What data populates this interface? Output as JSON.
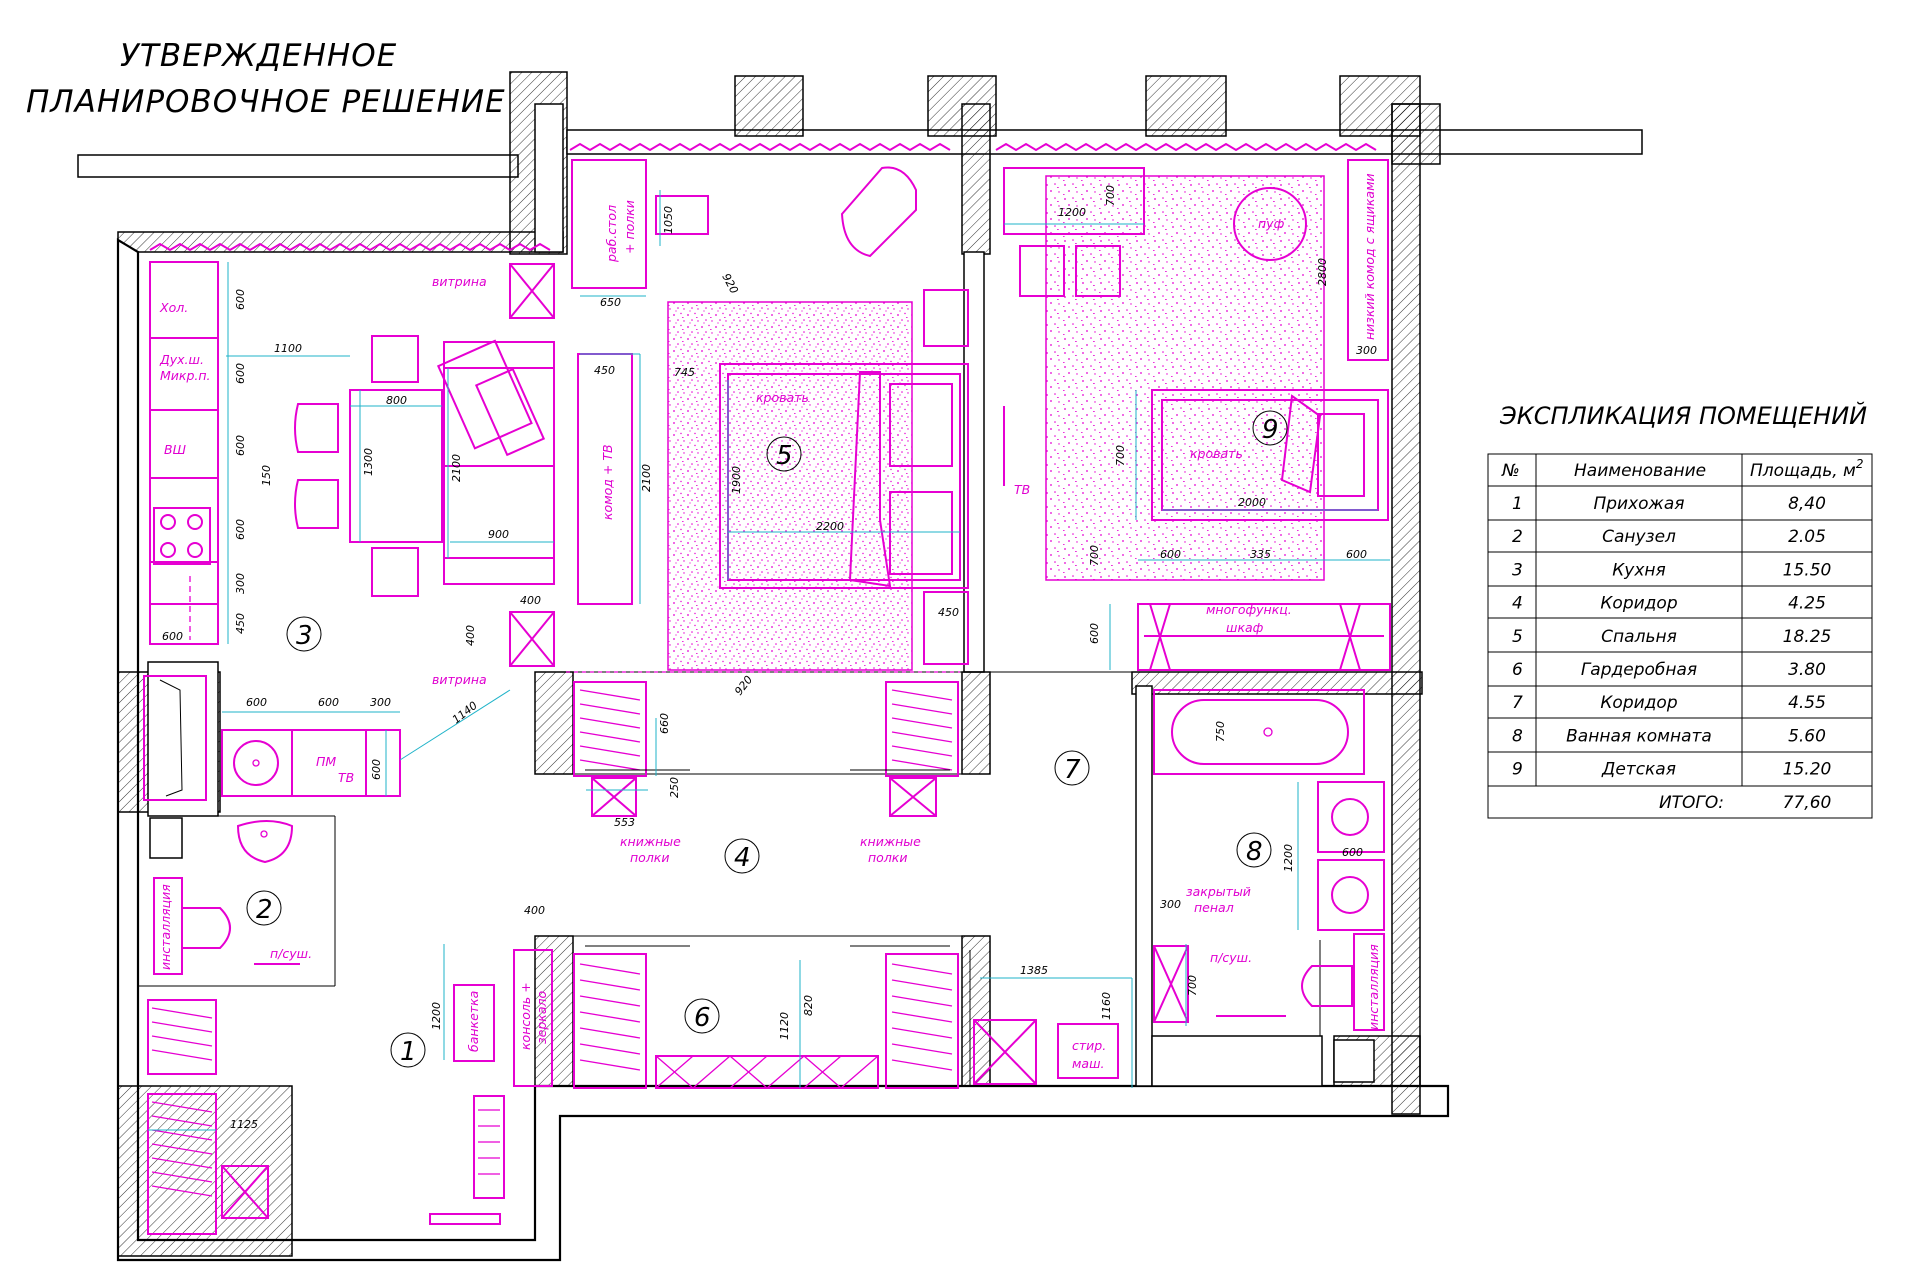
{
  "title": {
    "line1": "УТВЕРЖДЕННОЕ",
    "line2": "ПЛАНИРОВОЧНОЕ РЕШЕНИЕ"
  },
  "colors": {
    "furniture": "#e600d2",
    "dimension": "#1fb3c9",
    "walls": "#000000",
    "rug_dots": "#e600d2"
  },
  "room_numbers": [
    "1",
    "2",
    "3",
    "4",
    "5",
    "6",
    "7",
    "8",
    "9"
  ],
  "labels": {
    "hol": "Хол.",
    "duh1": "Дух.ш.",
    "duh2": "Микр.п.",
    "vsh": "ВШ",
    "vitrina1": "витрина",
    "vitrina2": "витрина",
    "pm": "ПМ",
    "tv_k": "ТВ",
    "rabstol1": "раб.стол",
    "rabstol2": "+ полки",
    "komod": "комод + ТВ",
    "krovat5": "кровать",
    "tv5": "ТВ",
    "puf": "пуф",
    "nizkiy": "низкий комод с ящиками",
    "krovat9": "кровать",
    "mnogo1": "многофункц.",
    "mnogo2": "шкаф",
    "knigi_l1": "книжные",
    "knigi_l2": "полки",
    "knigi_r1": "книжные",
    "knigi_r2": "полки",
    "banketka": "банкетка",
    "konsol1": "консоль +",
    "konsol2": "зеркало",
    "instal_left": "инсталляция",
    "psush_left": "п/суш.",
    "zakr1": "закрытый",
    "zakr2": "пенал",
    "psush_right": "п/суш.",
    "instal_right": "инсталляция",
    "stir1": "стир.",
    "stir2": "маш."
  },
  "dimensions": {
    "d1100": "1100",
    "d800": "800",
    "d1300": "1300",
    "d2100a": "2100",
    "d900": "900",
    "d150": "150",
    "d600a": "600",
    "d600b": "600",
    "d600c": "600",
    "d600d": "600",
    "d300a": "300",
    "d450a": "450",
    "d600e": "600",
    "d400a": "400",
    "d400b": "400",
    "d600f": "600",
    "d600g": "600",
    "d300b": "300",
    "d600h": "600",
    "d1140": "1140",
    "d1050": "1050",
    "d650": "650",
    "d920a": "920",
    "d745": "745",
    "d450b": "450",
    "d2100b": "2100",
    "d1900": "1900",
    "d2200": "2200",
    "d920b": "920",
    "d450c": "450",
    "d1200a": "1200",
    "d700a": "700",
    "d2800": "2800",
    "d300c": "300",
    "d700b": "700",
    "d2000": "2000",
    "d700c": "700",
    "d600i": "600",
    "d335": "335",
    "d600j": "600",
    "d600k": "600",
    "d660": "660",
    "d250": "250",
    "d553": "553",
    "d750": "750",
    "d1200b": "1200",
    "d600l": "600",
    "d400c": "400",
    "d1200c": "1200",
    "d1120": "1120",
    "d820": "820",
    "d1385": "1385",
    "d1160": "1160",
    "d300d": "300",
    "d700d": "700",
    "d1125": "1125"
  },
  "explication": {
    "heading": "ЭКСПЛИКАЦИЯ ПОМЕЩЕНИЙ",
    "col_num": "№",
    "col_name": "Наименование",
    "col_area": "Площадь, м",
    "col_area_sup": "2",
    "rows": [
      {
        "num": "1",
        "name": "Прихожая",
        "area": "8,40"
      },
      {
        "num": "2",
        "name": "Санузел",
        "area": "2.05"
      },
      {
        "num": "3",
        "name": "Кухня",
        "area": "15.50"
      },
      {
        "num": "4",
        "name": "Коридор",
        "area": "4.25"
      },
      {
        "num": "5",
        "name": "Спальня",
        "area": "18.25"
      },
      {
        "num": "6",
        "name": "Гардеробная",
        "area": "3.80"
      },
      {
        "num": "7",
        "name": "Коридор",
        "area": "4.55"
      },
      {
        "num": "8",
        "name": "Ванная комната",
        "area": "5.60"
      },
      {
        "num": "9",
        "name": "Детская",
        "area": "15.20"
      }
    ],
    "total_label": "ИТОГО:",
    "total_value": "77,60"
  }
}
